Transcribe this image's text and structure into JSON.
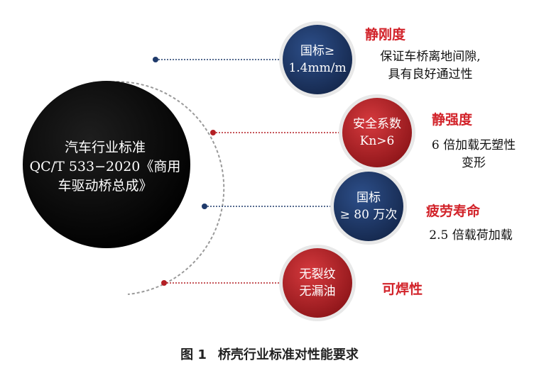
{
  "center": {
    "lines": [
      "汽车行业标准",
      "QC/T 533−2020《商用",
      "车驱动桥总成》"
    ]
  },
  "nodes": [
    {
      "lines": [
        "国标≥",
        "1.4mm/m"
      ],
      "title": "静刚度",
      "desc": [
        "保证车桥离地间隙,",
        "具有良好通过性"
      ],
      "color": "#1f3a6b"
    },
    {
      "lines": [
        "安全系数",
        "Kn>6"
      ],
      "title": "静强度",
      "desc": [
        "6 倍加载无塑性",
        "变形"
      ],
      "color": "#b31f24"
    },
    {
      "lines": [
        "国标",
        "≥ 80 万次"
      ],
      "title": "疲劳寿命",
      "desc": [
        "2.5 倍载荷加载"
      ],
      "color": "#1f3a6b"
    },
    {
      "lines": [
        "无裂纹",
        "无漏油"
      ],
      "title": "可焊性",
      "desc": [],
      "color": "#b31f24"
    }
  ],
  "caption": {
    "label": "图 1",
    "text": "桥壳行业标准对性能要求"
  },
  "colors": {
    "blue": "#1f3a6b",
    "red": "#d2232a",
    "black": "#050505"
  }
}
